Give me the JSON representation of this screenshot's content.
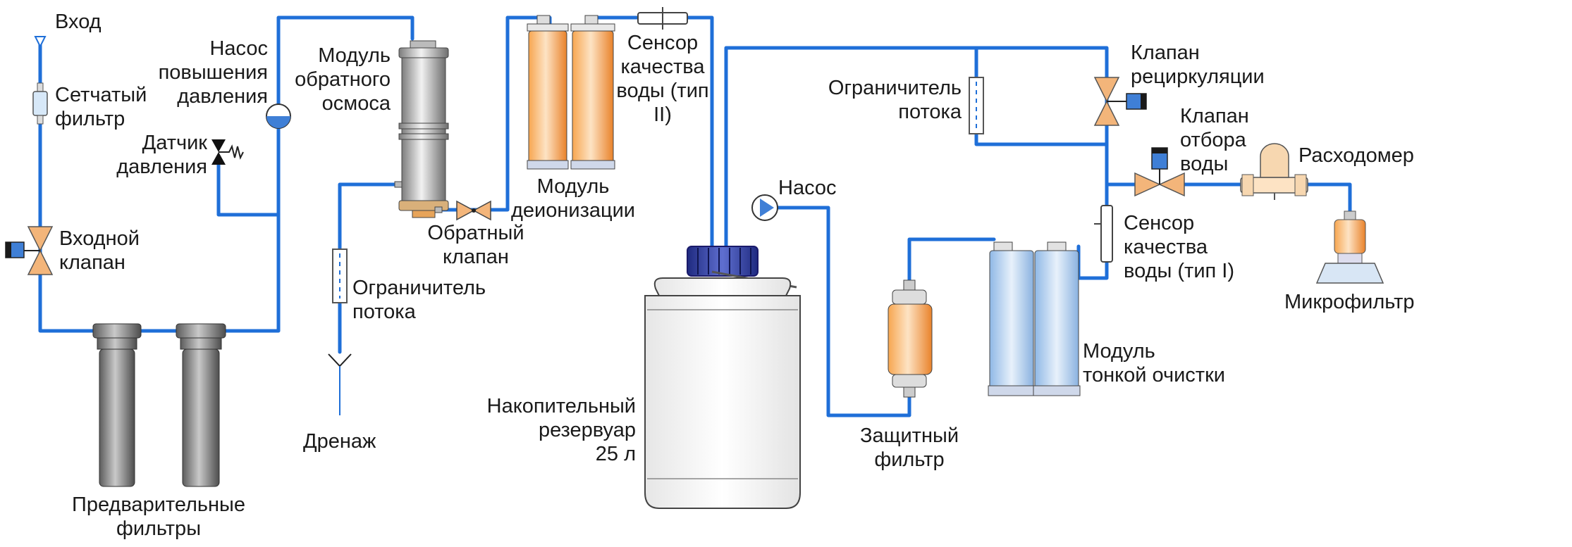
{
  "labels": {
    "inlet": "Вход",
    "mesh_filter": "Сетчатый\nфильтр",
    "booster_pump": "Насос\nповышения\nдавления",
    "pressure_sensor": "Датчик\nдавления",
    "inlet_valve": "Входной\nклапан",
    "prefilters": "Предварительные\nфильтры",
    "ro_module": "Модуль\nобратного\nосмоса",
    "flow_restrictor_drain": "Ограничитель\nпотока",
    "drain": "Дренаж",
    "check_valve": "Обратный\nклапан",
    "deion_module": "Модуль\nдеионизации",
    "sensor_type2": "Сенсор\nкачества\nводы (тип II)",
    "tank": "Накопительный\nрезервуар\n25 л",
    "pump": "Насос",
    "flow_restrictor_recirc": "Ограничитель\nпотока",
    "recirc_valve": "Клапан\nрециркуляции",
    "dispense_valve": "Клапан\nотбора\nводы",
    "flowmeter": "Расходомер",
    "sensor_type1": "Сенсор\nкачества\nводы (тип I)",
    "microfilter": "Микрофильтр",
    "polishing_module": "Модуль\nтонкой очистки",
    "guard_filter": "Защитный\nфильтр"
  },
  "colors": {
    "pipe": "#1f6fd8",
    "valve": "#f3b57a",
    "deion_cartridge": "#f08a2c",
    "prefilter": "#8e8e8e",
    "polishing_cartridge": "#bcd6f2",
    "tank_cap": "#2e3aa0"
  }
}
